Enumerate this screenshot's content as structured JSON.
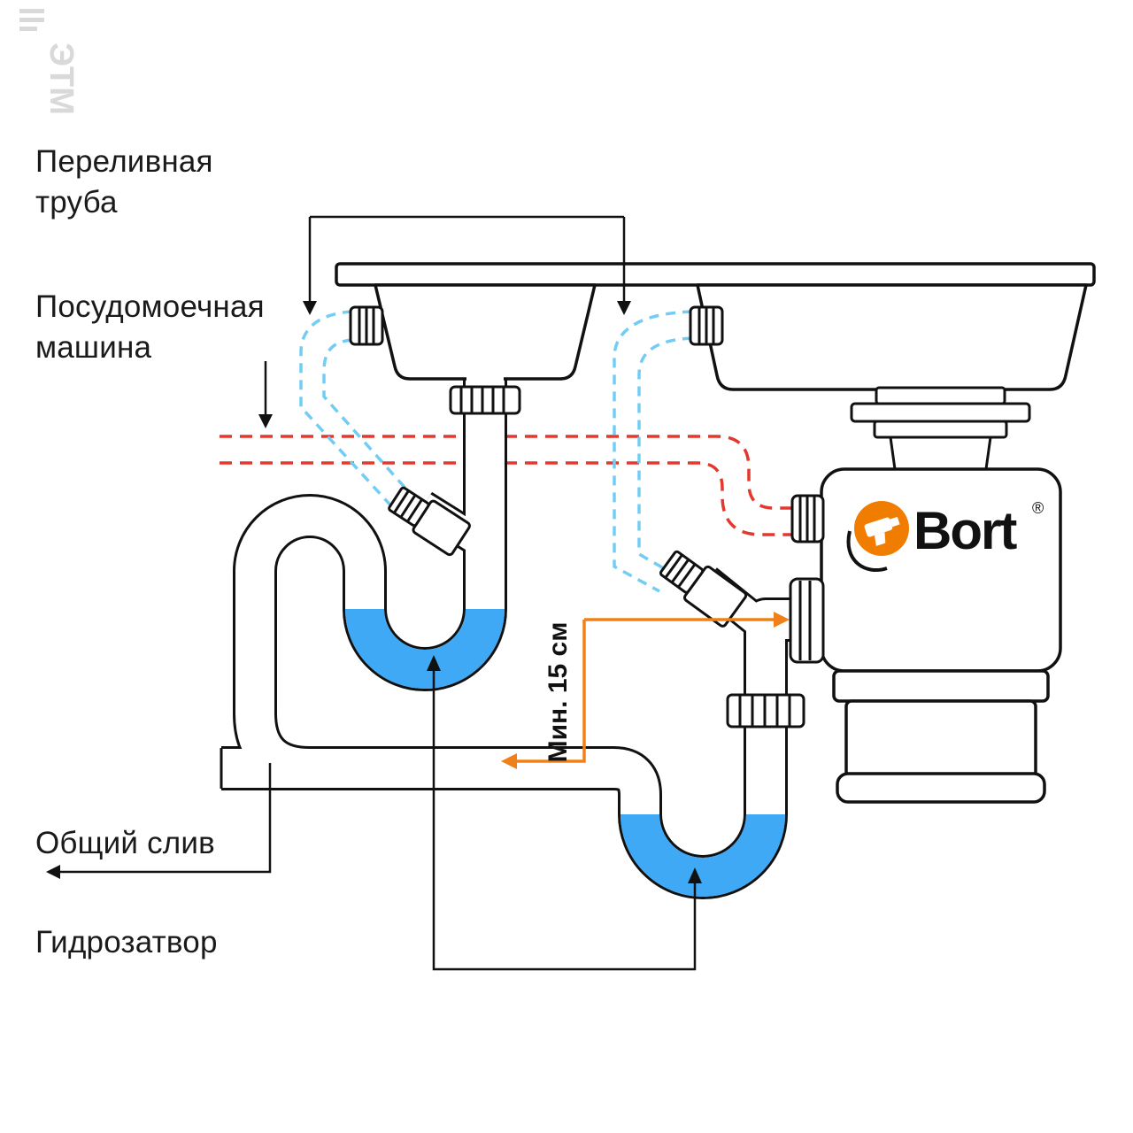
{
  "labels": {
    "overflow_pipe": [
      "Переливная",
      "труба"
    ],
    "dishwasher": [
      "Посудомоечная",
      "машина"
    ],
    "common_drain": "Общий слив",
    "water_seal": "Гидрозатвор",
    "min_height": "Мин. 15 см"
  },
  "brand": {
    "name": "Bort",
    "reg_mark": "®"
  },
  "watermark": {
    "text": "ЭТМ"
  },
  "colors": {
    "outline": "#111111",
    "water": "#3FA9F5",
    "overflow_hose": "#72CDF4",
    "dishwasher_hose": "#E2382D",
    "flow_arrow": "#F08019",
    "brand_orange": "#F07D00",
    "watermark_gray": "#D9D9D9"
  }
}
